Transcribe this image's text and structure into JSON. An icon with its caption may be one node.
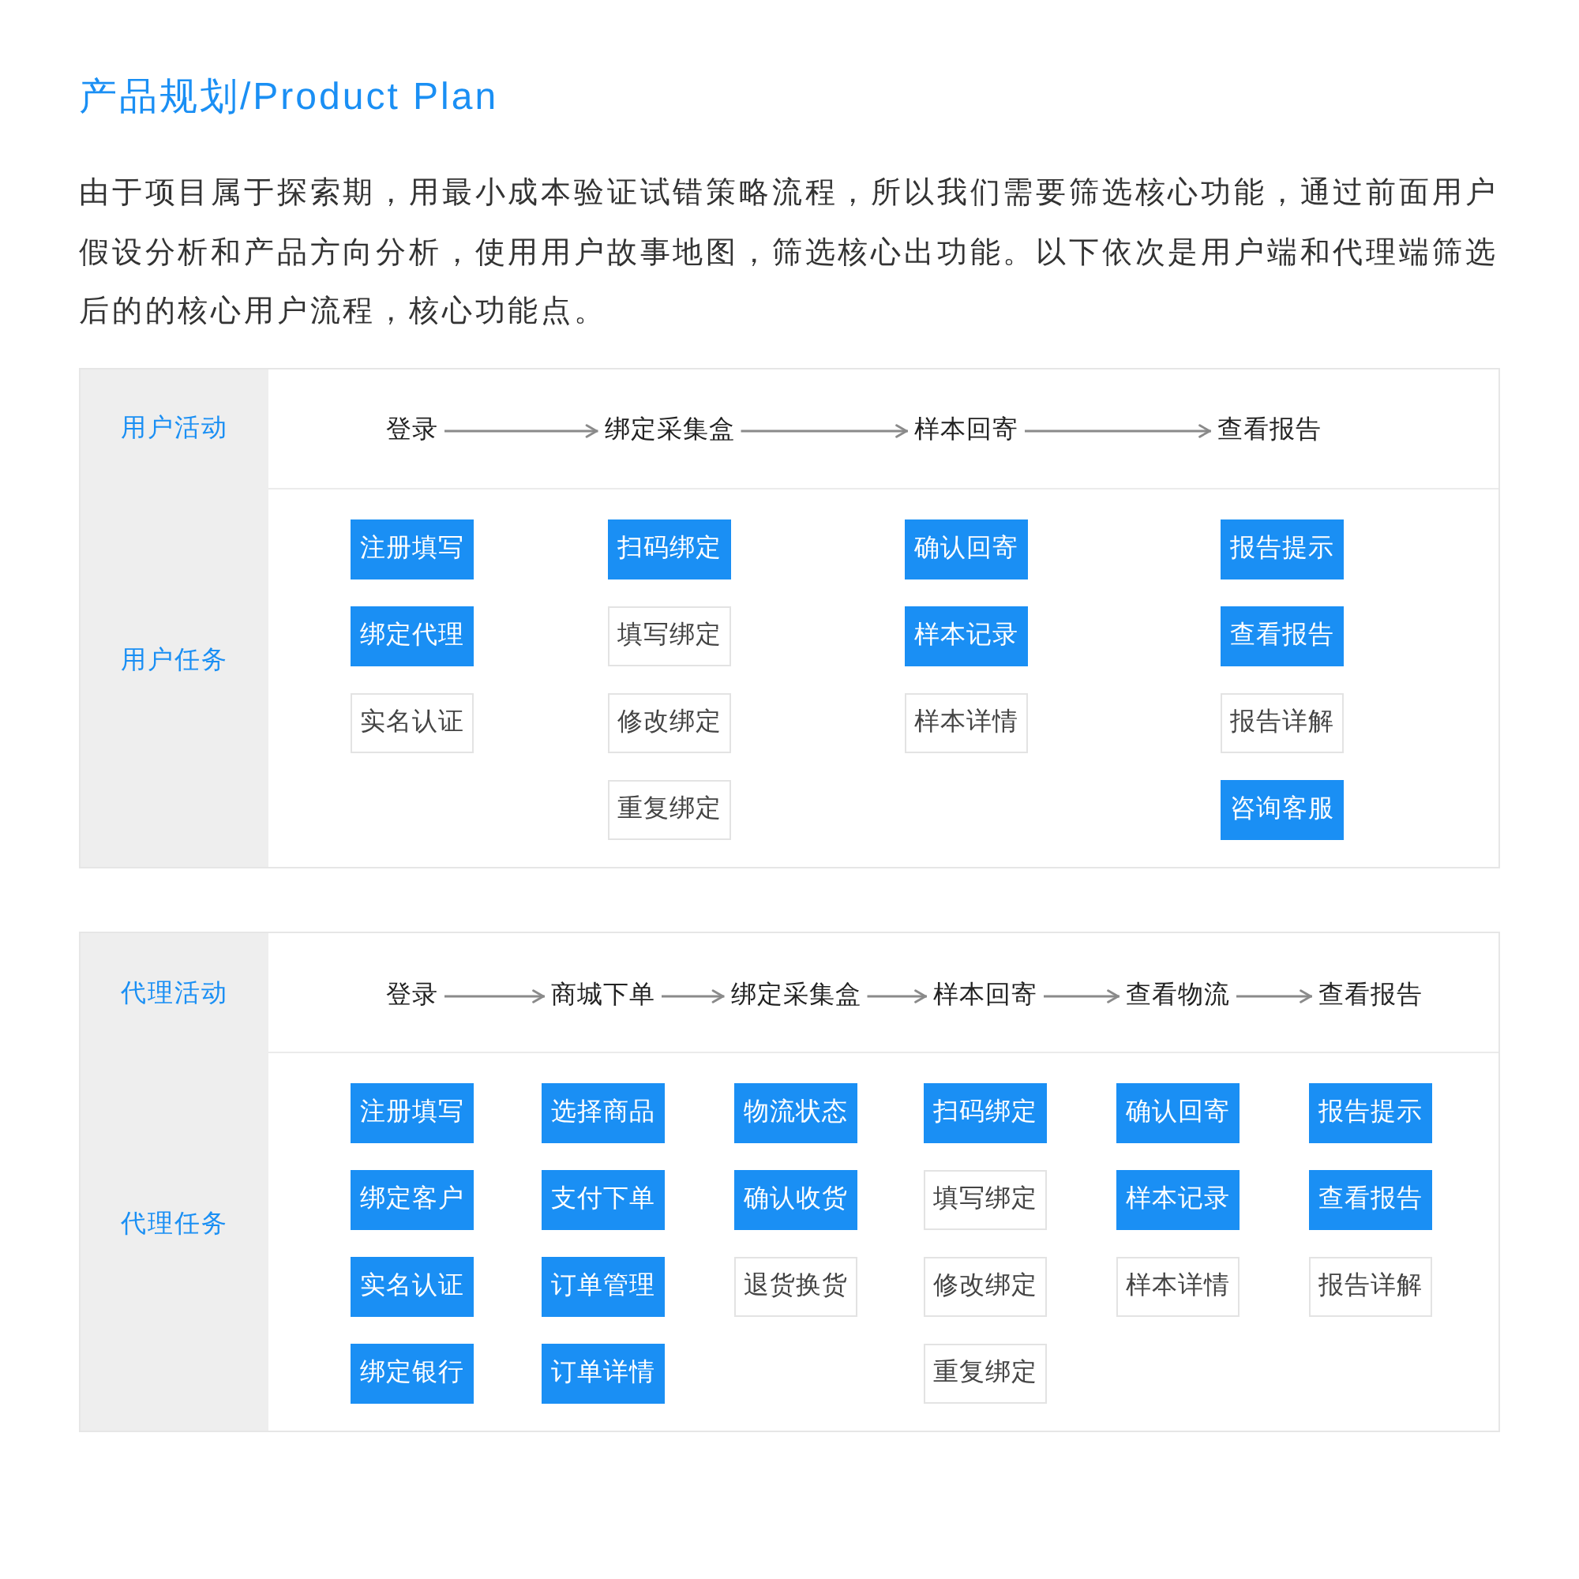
{
  "diagram": {
    "title": "产品规划/Product Plan",
    "nodes": [
      {
        "text": [
          "用户活动"
        ]
      },
      {
        "text": [
          "登录"
        ],
        "in": 0
      },
      {
        "text": [
          "绑定采集盒"
        ],
        "in": 0
      },
      {
        "text": [
          "样本回寄"
        ],
        "in": 0
      },
      {
        "text": [
          "查看报告"
        ],
        "in": 0
      },
      {
        "text": [
          "用户任务"
        ]
      },
      {
        "text": [
          "注册填写"
        ],
        "in": 5
      },
      {
        "text": [
          "扫码绑定"
        ],
        "in": 5
      },
      {
        "text": [
          "确认回寄"
        ],
        "in": 5
      },
      {
        "text": [
          "报告提示"
        ],
        "in": 5
      },
      {
        "text": [
          "绑定代理"
        ],
        "in": 5
      },
      {
        "text": [
          "填写绑定"
        ],
        "in": 5
      },
      {
        "text": [
          "样本记录"
        ],
        "in": 5
      },
      {
        "text": [
          "查看报告"
        ],
        "in": 5
      },
      {
        "text": [
          "实名认证"
        ],
        "in": 5
      },
      {
        "text": [
          "修改绑定"
        ],
        "in": 5
      },
      {
        "text": [
          "样本详情"
        ],
        "in": 5
      },
      {
        "text": [
          "报告详解"
        ],
        "in": 5
      },
      {
        "text": [
          "重复绑定"
        ],
        "in": 5
      },
      {
        "text": [
          "咨询客服"
        ],
        "in": 5
      },
      {
        "text": [
          "代理活动"
        ]
      },
      {
        "text": [
          "登录"
        ],
        "in": 20
      },
      {
        "text": [
          "商城下单"
        ],
        "in": 20
      },
      {
        "text": [
          "绑定采集盒"
        ],
        "in": 20
      },
      {
        "text": [
          "样本回寄"
        ],
        "in": 20
      },
      {
        "text": [
          "查看物流"
        ],
        "in": 20
      },
      {
        "text": [
          "查看报告"
        ],
        "in": 20
      },
      {
        "text": [
          "代理任务"
        ]
      },
      {
        "text": [
          "注册填写"
        ],
        "in": 27
      },
      {
        "text": [
          "选择商品"
        ],
        "in": 27
      },
      {
        "text": [
          "物流状态"
        ],
        "in": 27
      },
      {
        "text": [
          "扫码绑定"
        ],
        "in": 27
      },
      {
        "text": [
          "确认回寄"
        ],
        "in": 27
      },
      {
        "text": [
          "报告提示"
        ],
        "in": 27
      },
      {
        "text": [
          "绑定客户"
        ],
        "in": 27
      },
      {
        "text": [
          "支付下单"
        ],
        "in": 27
      },
      {
        "text": [
          "确认收货"
        ],
        "in": 27
      },
      {
        "text": [
          "填写绑定"
        ],
        "in": 27
      },
      {
        "text": [
          "样本记录"
        ],
        "in": 27
      },
      {
        "text": [
          "查看报告"
        ],
        "in": 27
      },
      {
        "text": [
          "实名认证"
        ],
        "in": 27
      },
      {
        "text": [
          "订单管理"
        ],
        "in": 27
      },
      {
        "text": [
          "退货换货"
        ],
        "in": 27
      },
      {
        "text": [
          "修改绑定"
        ],
        "in": 27
      },
      {
        "text": [
          "样本详情"
        ],
        "in": 27
      },
      {
        "text": [
          "报告详解"
        ],
        "in": 27
      },
      {
        "text": [
          "绑定银行"
        ],
        "in": 27
      },
      {
        "text": [
          "订单详情"
        ],
        "in": 27
      },
      {
        "text": [
          "重复绑定"
        ],
        "in": 27
      }
    ],
    "edges": [
      {
        "from": 1,
        "to": 2,
        "arrow": "to"
      },
      {
        "from": 2,
        "to": 3,
        "arrow": "to"
      },
      {
        "from": 3,
        "to": 4,
        "arrow": "to"
      },
      {
        "from": 21,
        "to": 22,
        "arrow": "to"
      },
      {
        "from": 22,
        "to": 23,
        "arrow": "to"
      },
      {
        "from": 23,
        "to": 24,
        "arrow": "to"
      },
      {
        "from": 24,
        "to": 25,
        "arrow": "to"
      },
      {
        "from": 25,
        "to": 26,
        "arrow": "to"
      }
    ],
    "labels": [
      "由于项目属于探索期，用最小成本验证试错策略流程，所以我们需要筛选核心功能，通过前面用户假设分析和产品方向分析，使用用户故事地图，筛选核心出功能。以下依次是用户端和代理端筛选后的的核心用户流程，核心功能点。"
    ]
  }
}
